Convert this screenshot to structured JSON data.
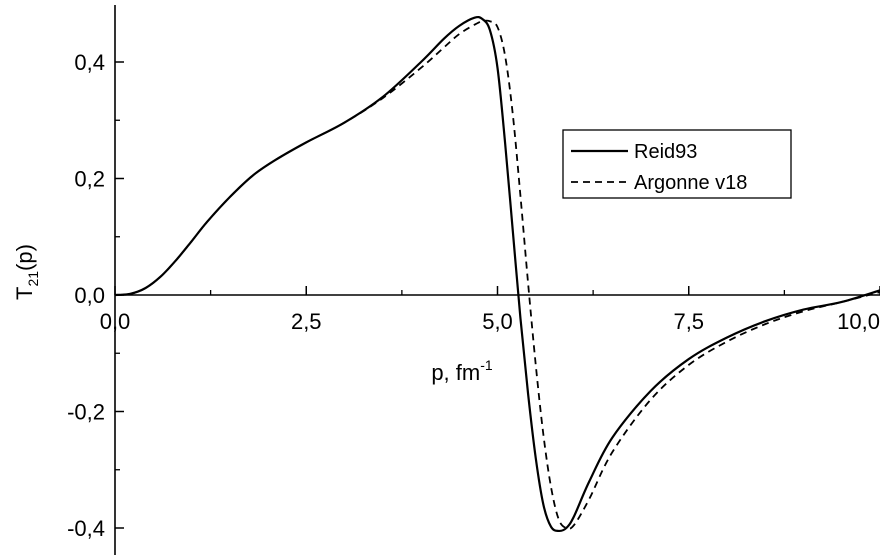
{
  "chart_data": {
    "type": "line",
    "title": "",
    "xlabel": "p, fm",
    "xlabel_sup": "-1",
    "ylabel": "T",
    "ylabel_sub": "21",
    "ylabel_suffix": "(p)",
    "xlim": [
      0,
      10
    ],
    "ylim": [
      -0.45,
      0.5
    ],
    "grid": false,
    "legend_position": "center-right",
    "x_ticks": [
      {
        "value": 0.0,
        "label": "0,0"
      },
      {
        "value": 2.5,
        "label": "2,5"
      },
      {
        "value": 5.0,
        "label": "5,0"
      },
      {
        "value": 7.5,
        "label": "7,5"
      },
      {
        "value": 10.0,
        "label": "10,0"
      }
    ],
    "y_ticks": [
      {
        "value": 0.4,
        "label": "0,4"
      },
      {
        "value": 0.2,
        "label": "0,2"
      },
      {
        "value": 0.0,
        "label": "0,0"
      },
      {
        "value": -0.2,
        "label": "-0,2"
      },
      {
        "value": -0.4,
        "label": "-0,4"
      }
    ],
    "series": [
      {
        "name": "Reid93",
        "style": "solid",
        "color": "#000000",
        "x": [
          0.0,
          0.2,
          0.4,
          0.6,
          0.8,
          1.0,
          1.2,
          1.5,
          1.8,
          2.1,
          2.5,
          3.0,
          3.5,
          4.0,
          4.3,
          4.5,
          4.7,
          4.8,
          4.9,
          5.0,
          5.1,
          5.2,
          5.3,
          5.4,
          5.5,
          5.6,
          5.7,
          5.8,
          5.9,
          6.0,
          6.2,
          6.5,
          7.0,
          7.5,
          8.0,
          8.5,
          9.0,
          9.5,
          10.0
        ],
        "y": [
          0.0,
          0.002,
          0.012,
          0.032,
          0.06,
          0.092,
          0.125,
          0.168,
          0.205,
          0.232,
          0.262,
          0.296,
          0.34,
          0.4,
          0.44,
          0.462,
          0.476,
          0.474,
          0.455,
          0.39,
          0.26,
          0.11,
          -0.04,
          -0.17,
          -0.28,
          -0.36,
          -0.398,
          -0.405,
          -0.4,
          -0.38,
          -0.32,
          -0.245,
          -0.165,
          -0.11,
          -0.073,
          -0.045,
          -0.025,
          -0.012,
          0.008
        ]
      },
      {
        "name": "Argonne v18",
        "style": "dashed",
        "color": "#000000",
        "x": [
          0.0,
          0.2,
          0.4,
          0.6,
          0.8,
          1.0,
          1.2,
          1.5,
          1.8,
          2.1,
          2.5,
          3.0,
          3.5,
          4.0,
          4.3,
          4.5,
          4.7,
          4.8,
          4.9,
          5.0,
          5.1,
          5.2,
          5.3,
          5.4,
          5.5,
          5.6,
          5.7,
          5.8,
          5.9,
          6.0,
          6.2,
          6.5,
          7.0,
          7.5,
          8.0,
          8.5,
          9.0,
          9.5,
          10.0
        ],
        "y": [
          0.0,
          0.002,
          0.012,
          0.032,
          0.06,
          0.092,
          0.125,
          0.168,
          0.205,
          0.232,
          0.262,
          0.296,
          0.338,
          0.39,
          0.425,
          0.448,
          0.464,
          0.47,
          0.47,
          0.46,
          0.41,
          0.31,
          0.17,
          0.02,
          -0.12,
          -0.24,
          -0.33,
          -0.385,
          -0.4,
          -0.395,
          -0.35,
          -0.27,
          -0.18,
          -0.12,
          -0.08,
          -0.05,
          -0.028,
          -0.012,
          0.005
        ]
      }
    ]
  }
}
